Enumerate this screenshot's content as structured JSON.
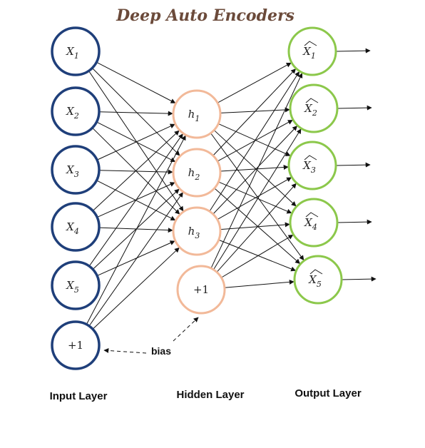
{
  "title": "Deep Auto Encoders",
  "colors": {
    "input_stroke": "#1f3f7a",
    "hidden_stroke": "#f2b999",
    "output_stroke": "#8cc84b",
    "title": "#6b4a3a",
    "edge": "#111111"
  },
  "layers": {
    "input": {
      "label": "Input Layer",
      "nodes": [
        {
          "base": "X",
          "sub": "1",
          "hat": false
        },
        {
          "base": "X",
          "sub": "2",
          "hat": false
        },
        {
          "base": "X",
          "sub": "3",
          "hat": false
        },
        {
          "base": "X",
          "sub": "4",
          "hat": false
        },
        {
          "base": "X",
          "sub": "5",
          "hat": false
        },
        {
          "base": "+1",
          "sub": "",
          "hat": false
        }
      ]
    },
    "hidden": {
      "label": "Hidden Layer",
      "nodes": [
        {
          "base": "h",
          "sub": "1",
          "hat": false
        },
        {
          "base": "h",
          "sub": "2",
          "hat": false
        },
        {
          "base": "h",
          "sub": "3",
          "hat": false
        },
        {
          "base": "+1",
          "sub": "",
          "hat": false
        }
      ]
    },
    "output": {
      "label": "Output Layer",
      "nodes": [
        {
          "base": "X",
          "sub": "1",
          "hat": true
        },
        {
          "base": "X",
          "sub": "2",
          "hat": true
        },
        {
          "base": "X",
          "sub": "3",
          "hat": true
        },
        {
          "base": "X",
          "sub": "4",
          "hat": true
        },
        {
          "base": "X",
          "sub": "5",
          "hat": true
        }
      ]
    }
  },
  "bias_label": "bias"
}
